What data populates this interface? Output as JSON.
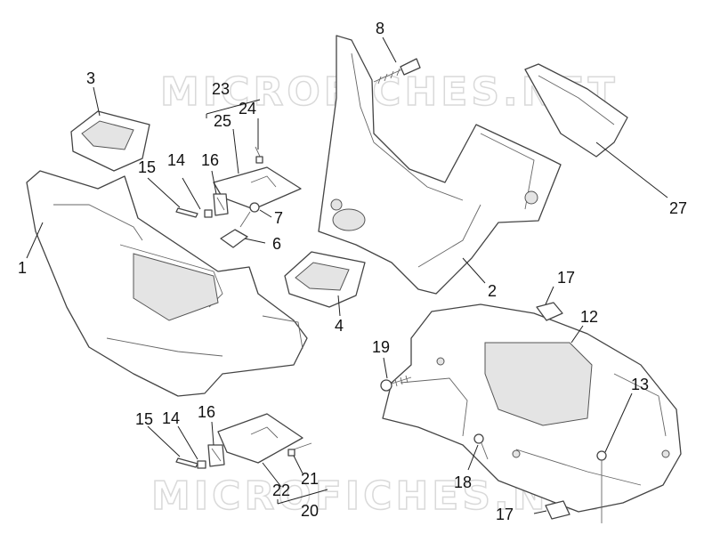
{
  "watermarks": [
    "MICROFICHES.NET",
    "MICROFICHES.NET"
  ],
  "callouts": {
    "c1": "1",
    "c2": "2",
    "c3": "3",
    "c4": "4",
    "c6": "6",
    "c7": "7",
    "c8": "8",
    "c12": "12",
    "c13": "13",
    "c14a": "14",
    "c14b": "14",
    "c15a": "15",
    "c15b": "15",
    "c16a": "16",
    "c16b": "16",
    "c17a": "17",
    "c17b": "17",
    "c18": "18",
    "c19": "19",
    "c20": "20",
    "c21": "21",
    "c22": "22",
    "c23": "23",
    "c24": "24",
    "c25": "25",
    "c27": "27"
  }
}
